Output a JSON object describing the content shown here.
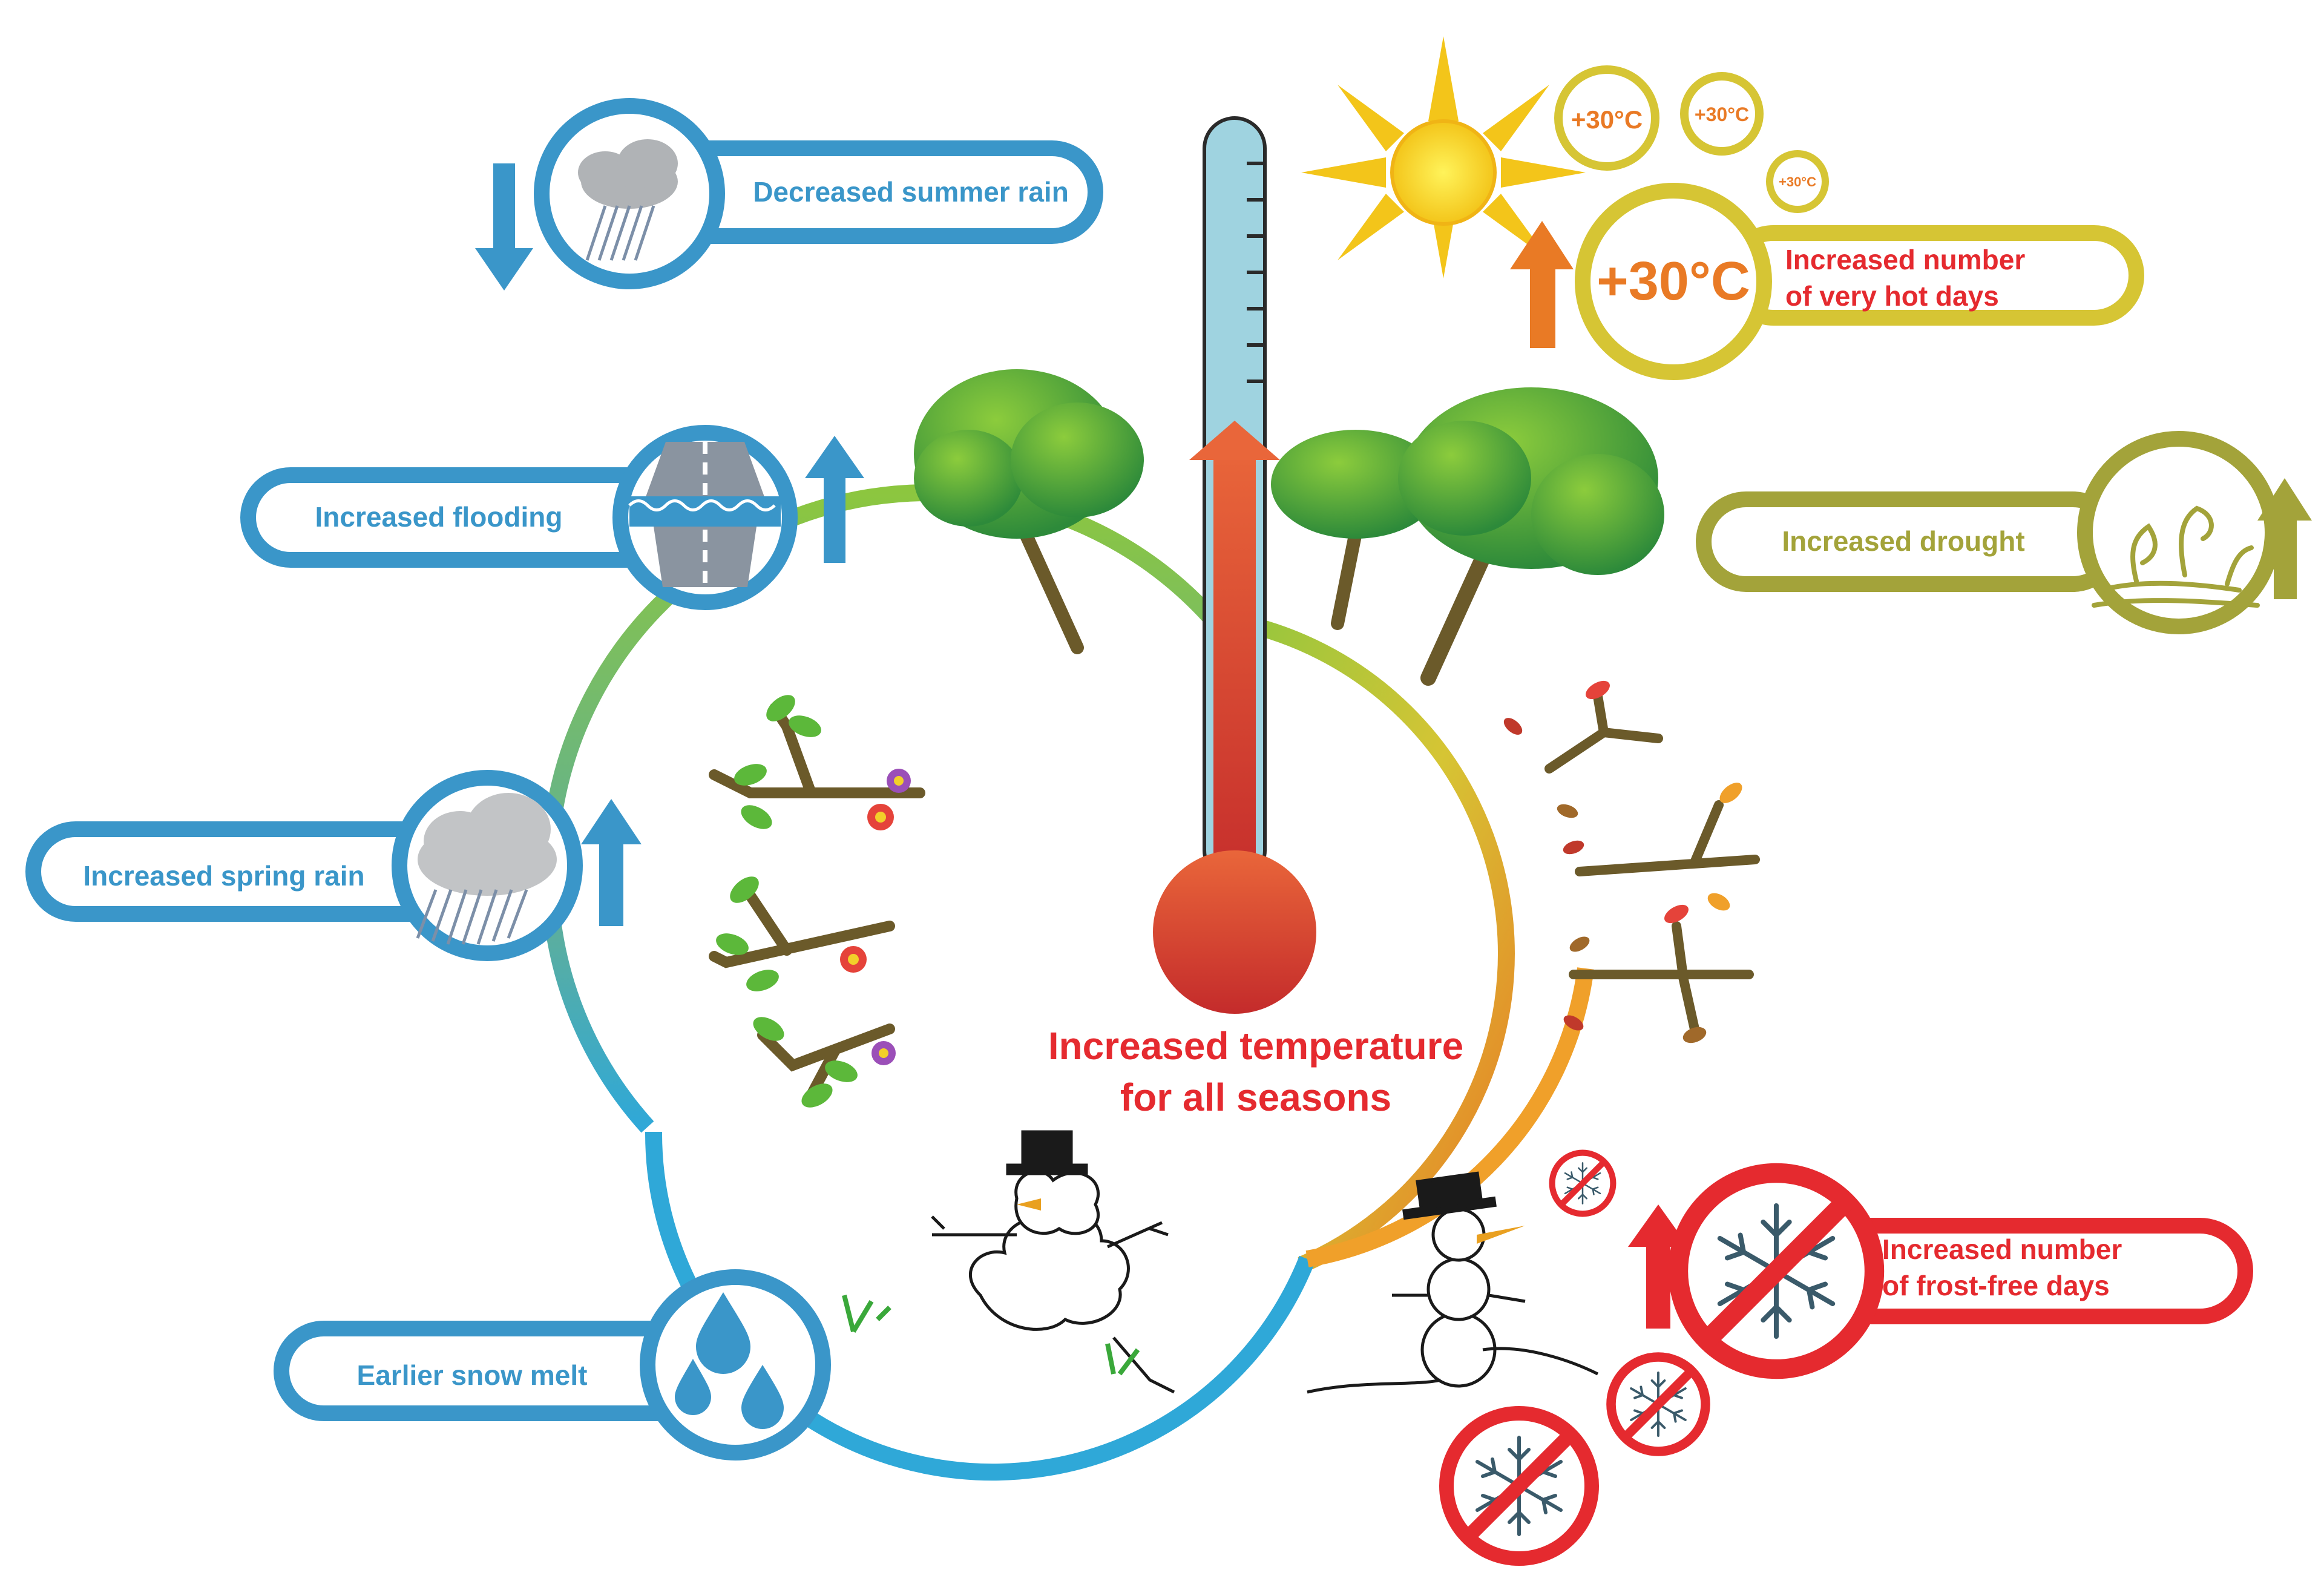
{
  "center": {
    "line1": "Increased temperature",
    "line2": "for all seasons"
  },
  "labels": {
    "summer_rain": "Decreased summer rain",
    "flooding": "Increased flooding",
    "spring_rain": "Increased spring rain",
    "snow_melt": "Earlier snow melt",
    "hot_days_line1": "Increased number",
    "hot_days_line2": "of very hot days",
    "drought": "Increased drought",
    "frost_line1": "Increased number",
    "frost_line2": "of frost-free days"
  },
  "temperature_badges": {
    "main": "+30°C",
    "small1": "+30°C",
    "small2": "+30°C",
    "small3": "+30°C"
  },
  "colors": {
    "blue": "#3a96c9",
    "red": "#e52a2f",
    "yellow": "#d6c534",
    "olive": "#a3a33a",
    "orange": "#e97a25",
    "thermo_red": "#d13a2e",
    "thermo_blue": "#9fd3e0"
  },
  "icons": [
    "rain-cloud-icon",
    "road-flood-icon",
    "spring-rain-icon",
    "water-drops-icon",
    "sun-icon",
    "sprout-icon",
    "snowflake-crossed-icon",
    "thermometer-icon",
    "snowman-icon",
    "tree-icon"
  ]
}
